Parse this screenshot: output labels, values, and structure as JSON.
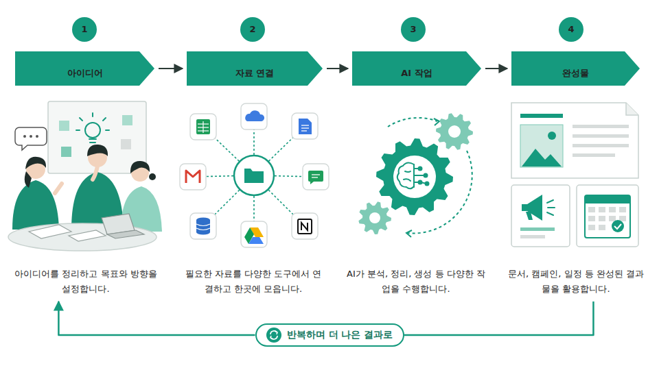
{
  "diagram": {
    "nodes": [
      {
        "text": [
          "아이디어를 정리하고 목표와 방향을 설정합니다."
        ]
      },
      {
        "text": [
          "1"
        ],
        "in": 0
      },
      {
        "text": [
          "아이디어"
        ],
        "in": 0
      },
      {
        "text": [
          "필요한 자료를 다양한 도구에서 연결하고 한곳에 모읍니다."
        ]
      },
      {
        "text": [
          "2"
        ],
        "in": 3
      },
      {
        "text": [
          "자료 연결"
        ],
        "in": 3
      },
      {
        "text": [
          "AI가 분석, 정리, 생성 등 다양한 작업을 수행합니다."
        ]
      },
      {
        "text": [
          "3"
        ],
        "in": 6
      },
      {
        "text": [
          "AI 작업"
        ],
        "in": 6
      },
      {
        "text": [
          "문서, 캠페인, 일정 등 완성된 결과물을 활용합니다."
        ]
      },
      {
        "text": [
          "4"
        ],
        "in": 9
      },
      {
        "text": [
          "완성물"
        ],
        "in": 9
      },
      {
        "text": [
          "반복하며 더 나은 결과로"
        ]
      }
    ],
    "edges": [
      {
        "from": 2,
        "to": 5,
        "arrow": "to"
      },
      {
        "from": 5,
        "to": 8,
        "arrow": "to"
      },
      {
        "from": 8,
        "to": 11,
        "arrow": "to"
      },
      {
        "from": 9,
        "to": 12,
        "arrow": "none"
      },
      {
        "from": 12,
        "to": 0,
        "arrow": "to"
      }
    ]
  }
}
